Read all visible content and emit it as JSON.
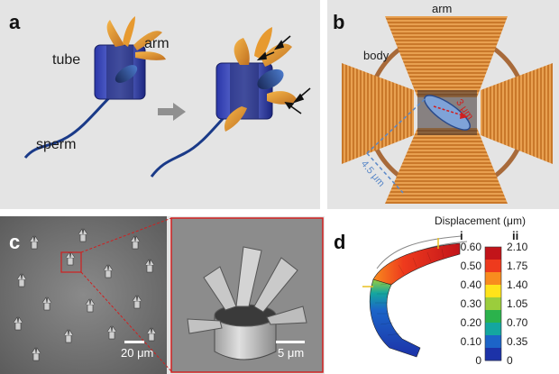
{
  "panel_a": {
    "label": "a",
    "tube_label": "tube",
    "arm_label": "arm",
    "sperm_label": "sperm"
  },
  "panel_b": {
    "label": "b",
    "arm_label": "arm",
    "body_label": "body",
    "dim_small": "3 μm",
    "dim_large": "4.5 μm"
  },
  "panel_c": {
    "label": "c",
    "scalebar_left": "20 μm",
    "scalebar_right": "5 μm"
  },
  "panel_d": {
    "label": "d",
    "colorbar_title": "Displacement (μm)",
    "col_i": "i",
    "col_ii": "ii",
    "ticks_i": [
      "0.60",
      "0.50",
      "0.40",
      "0.30",
      "0.20",
      "0.10",
      "0"
    ],
    "ticks_ii": [
      "2.10",
      "1.75",
      "1.40",
      "1.05",
      "0.70",
      "0.35",
      "0"
    ],
    "colorbar_colors": [
      "#c2141a",
      "#ee3a1d",
      "#f88c1e",
      "#ffe31a",
      "#9bcd3c",
      "#2bb24c",
      "#14a6a0",
      "#1c64c8",
      "#1c32a8"
    ]
  }
}
